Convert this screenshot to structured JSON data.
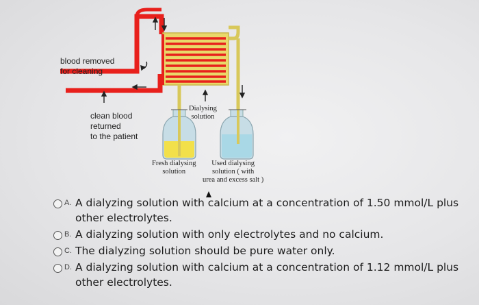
{
  "diagram": {
    "labels": {
      "blood_removed": "blood removed\nfor cleaning",
      "clean_blood": "clean blood\nreturned\nto the patient",
      "dialysing": "Dialysing\nsolution",
      "fresh": "Fresh dialysing\nsolution",
      "used": "Used dialysing\nsolution ( with\nurea and excess salt )"
    },
    "colors": {
      "blood": "#e8201c",
      "solution": "#e9d86a",
      "fresh_fluid": "#f2e04a",
      "used_fluid": "#a9d8e6",
      "bottle_glass": "#c7dde6"
    }
  },
  "question": {
    "options": [
      {
        "letter": "A.",
        "text": "A dialyzing solution with calcium at a concentration of 1.50 mmol/L plus other electrolytes."
      },
      {
        "letter": "B.",
        "text": "A dialyzing solution with only electrolytes and no calcium."
      },
      {
        "letter": "C.",
        "text": "The dialyzing solution should be pure water only."
      },
      {
        "letter": "D.",
        "text": "A dialyzing solution with calcium at a concentration of 1.12 mmol/L plus other electrolytes."
      }
    ]
  }
}
